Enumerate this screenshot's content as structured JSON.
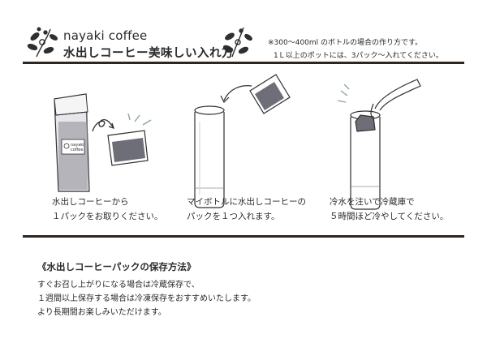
{
  "header": {
    "brand": "nayaki coffee",
    "title": "水出しコーヒー美味しい入れ方",
    "note_line1": "※300～400ml のボトルの場合の作り方です。",
    "note_line2": "1Ｌ以上のポットには、3パック～入れてください。"
  },
  "steps": [
    {
      "line1": "水出しコーヒーから",
      "line2": "１パックをお取りください。"
    },
    {
      "line1": "マイボトルに水出しコーヒーの",
      "line2": "パックを１つ入れます。"
    },
    {
      "line1": "冷水を注いで冷蔵庫で",
      "line2": "５時間ほど冷やしてください。"
    }
  ],
  "bag_label": {
    "line1": "nayaki",
    "line2": "coffee"
  },
  "storage": {
    "title": "《水出しコーヒーパックの保存方法》",
    "lines": [
      "すぐお召し上がりになる場合は冷蔵保存で、",
      "１週間以上保存する場合は冷凍保存をおすすめいたします。",
      "より長期間お楽しみいただけます。"
    ]
  },
  "colors": {
    "rule": "#2e2620",
    "coffee": "#6e6e78",
    "leaf": "#2f2f2f"
  }
}
